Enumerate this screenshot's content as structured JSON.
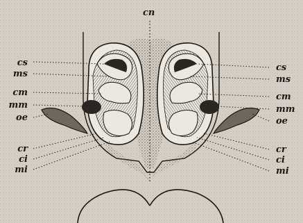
{
  "diagram": {
    "top_label": "cn",
    "left_labels": [
      "cs",
      "ms",
      "cm",
      "mm",
      "oe",
      "cr",
      "ci",
      "mi"
    ],
    "right_labels": [
      "cs",
      "ms",
      "cm",
      "mm",
      "oe",
      "cr",
      "ci",
      "mi"
    ],
    "colors": {
      "paper": "#d6d0c6",
      "ink": "#1b1713",
      "shade": "#6f675e",
      "dark": "#2b2621",
      "light": "#ece7df"
    }
  }
}
